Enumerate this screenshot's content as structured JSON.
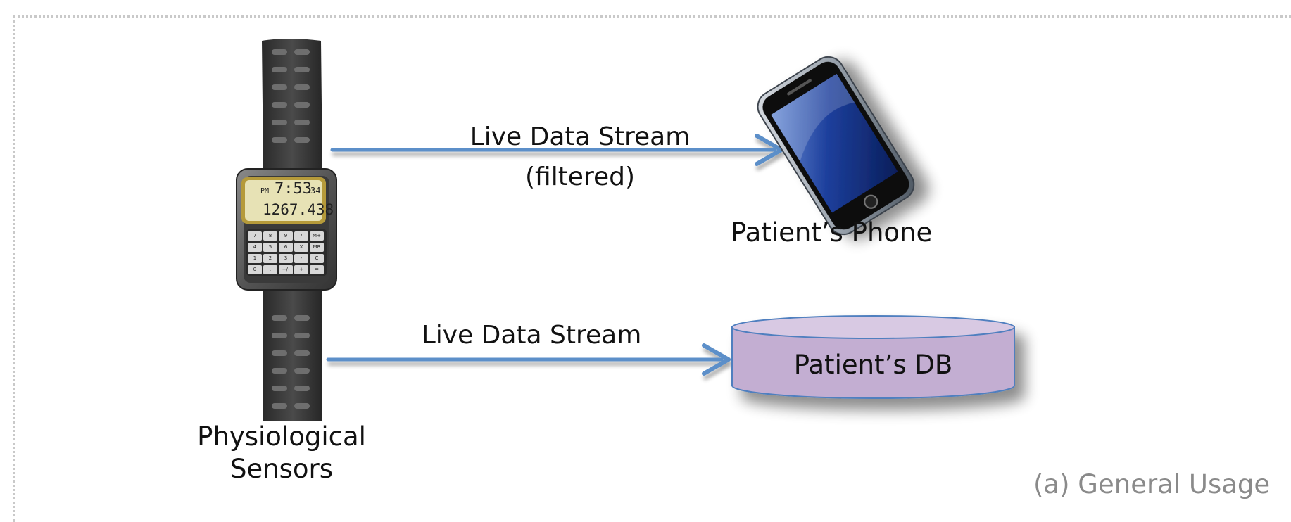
{
  "nodes": {
    "sensors": {
      "label_line1": "Physiological",
      "label_line2": "Sensors",
      "watch_icon": "digital-calculator-watch-icon",
      "watch_time": "7:53",
      "watch_seconds": "34",
      "watch_ampm": "PM",
      "watch_value": "1267.438",
      "watch_keys": [
        "7",
        "8",
        "9",
        "/",
        "M+",
        "4",
        "5",
        "6",
        "X",
        "MR",
        "1",
        "2",
        "3",
        "-",
        "C",
        "0",
        ".",
        "+/-",
        "+",
        "="
      ]
    },
    "phone": {
      "label": "Patient’s Phone",
      "icon": "smartphone-icon"
    },
    "db": {
      "label": "Patient’s DB",
      "icon": "database-cylinder-icon"
    }
  },
  "edges": {
    "to_phone": {
      "label_line1": "Live Data Stream",
      "label_line2": "(filtered)"
    },
    "to_db": {
      "label": "Live Data Stream"
    }
  },
  "caption": "(a) General Usage",
  "colors": {
    "arrow": "#5b8fc9",
    "db_fill": "#c3aed2",
    "db_top": "#d8c9e3",
    "db_stroke": "#4f7fbf",
    "caption": "#8a8a8a",
    "frame": "#c9c9c9"
  }
}
